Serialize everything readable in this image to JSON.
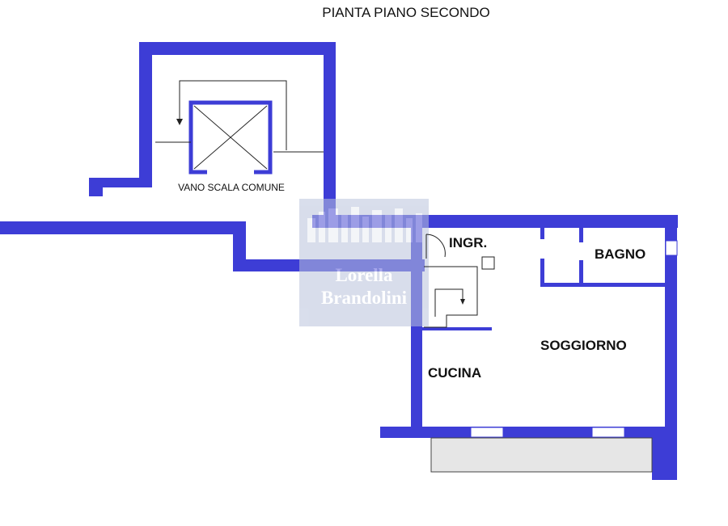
{
  "plan": {
    "title": "PIANTA PIANO SECONDO",
    "labels": {
      "stair": "VANO SCALA COMUNE",
      "entrance": "INGR.",
      "bathroom": "BAGNO",
      "living": "SOGGIORNO",
      "kitchen": "CUCINA"
    },
    "watermark": {
      "line1": "Lorella",
      "line2": "Brandolini"
    },
    "colors": {
      "wall": "#3d3dd6",
      "balcony": "#e6e6e6",
      "watermark": "#b9c3dc"
    }
  }
}
